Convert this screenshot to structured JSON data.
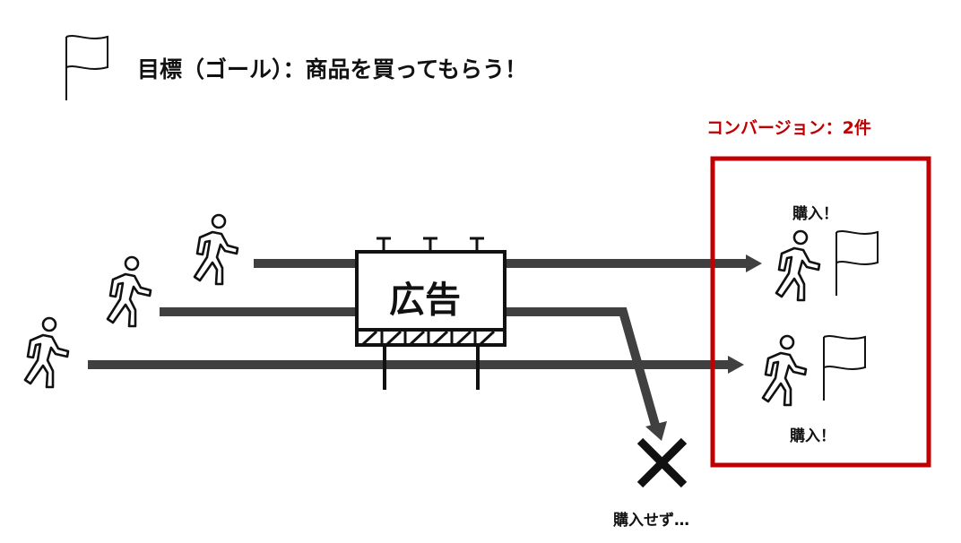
{
  "title": "目標（ゴール）：商品を買ってもらう！",
  "conversion_label": "コンバージョン：2件",
  "billboard_label": "広告",
  "purchase_top": "購入！",
  "purchase_bottom": "購入！",
  "no_purchase": "購入せず…",
  "colors": {
    "accent_red": "#c00000",
    "arrow": "#404040",
    "ink": "#111111"
  },
  "icons": [
    "flag-icon",
    "person-walking-icon",
    "billboard-icon",
    "cross-icon"
  ]
}
